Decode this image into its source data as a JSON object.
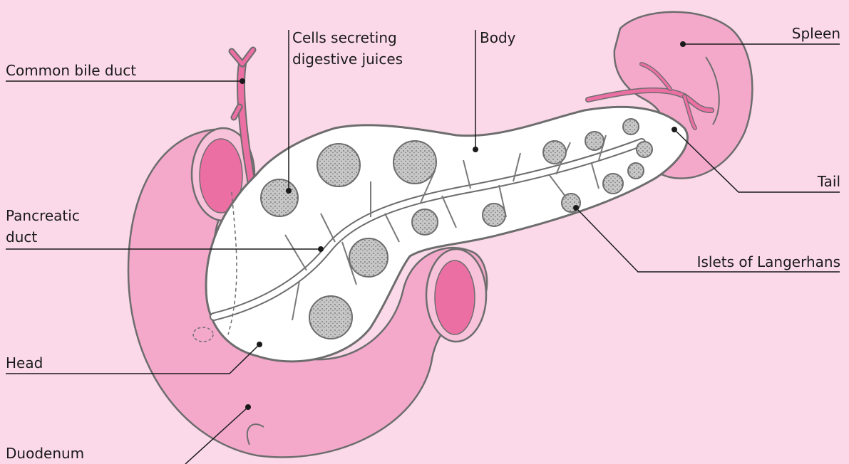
{
  "diagram": {
    "labels": {
      "common_bile_duct": "Common bile duct",
      "cells_secreting": [
        "Cells secreting",
        "digestive juices"
      ],
      "body": "Body",
      "spleen": "Spleen",
      "tail": "Tail",
      "pancreatic_duct": [
        "Pancreatic",
        "duct"
      ],
      "islets": "Islets of Langerhans",
      "head": "Head",
      "duodenum": "Duodenum"
    },
    "colors": {
      "background": "#fbd9e8",
      "duodenum": "#f4a9cb",
      "duct_pink": "#ec6fa4",
      "pancreas": "#ffffff",
      "outline": "#6d6d6d",
      "islet": "#c4c4c4",
      "leader": "#1a1a1a"
    }
  }
}
